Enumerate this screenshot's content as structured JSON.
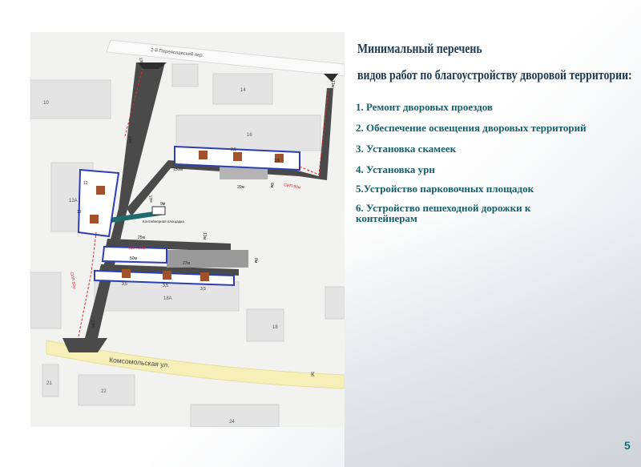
{
  "slide": {
    "title_line1": "Минимальный перечень",
    "title_line2": "видов работ по благоустройству дворовой территории:",
    "items": [
      "1. Ремонт дворовых проездов",
      "2. Обеспечение освещения дворовых территорий",
      "3. Установка скамеек",
      "4. Установка урн",
      "5.Устройство парковочных площадок",
      "6. Устройство пешеходной дорожки к контейнерам"
    ],
    "page_number": "5"
  },
  "map": {
    "streets": {
      "top": "2-й Переяславский пер.",
      "bottom": "Комсомольская ул.",
      "bottom_short": "К"
    },
    "buildings": {
      "b10": "10",
      "b14": "14",
      "b16": "16",
      "b12a": "12А",
      "b18a": "18А",
      "b18": "18",
      "b22": "22",
      "b24": "24",
      "b21": "21"
    },
    "labels": {
      "len_150": "150м",
      "len_20": "20м",
      "len_25": "25м",
      "len_50": "50м",
      "len_27": "27м",
      "len_9": "9м",
      "len_96": "96м",
      "len_13_top": "13м",
      "len_13_right": "13м",
      "len_13_bottom": "13м",
      "len_13_left": "13м",
      "len_13_mid": "13м",
      "len_12_a": "12",
      "len_12_b": "12",
      "len_6": "6м",
      "len_8": "8м",
      "sip_80": "СИП 80м",
      "sip_30": "СИП 30м",
      "sip_60": "СИП 60м",
      "bench_35_a": "3,5",
      "bench_35_b": "3,5",
      "bench_35_c": "3,5",
      "bench_35_d": "3,5",
      "bench_35_e": "3,5",
      "container": "Контейнерная площадка"
    }
  }
}
